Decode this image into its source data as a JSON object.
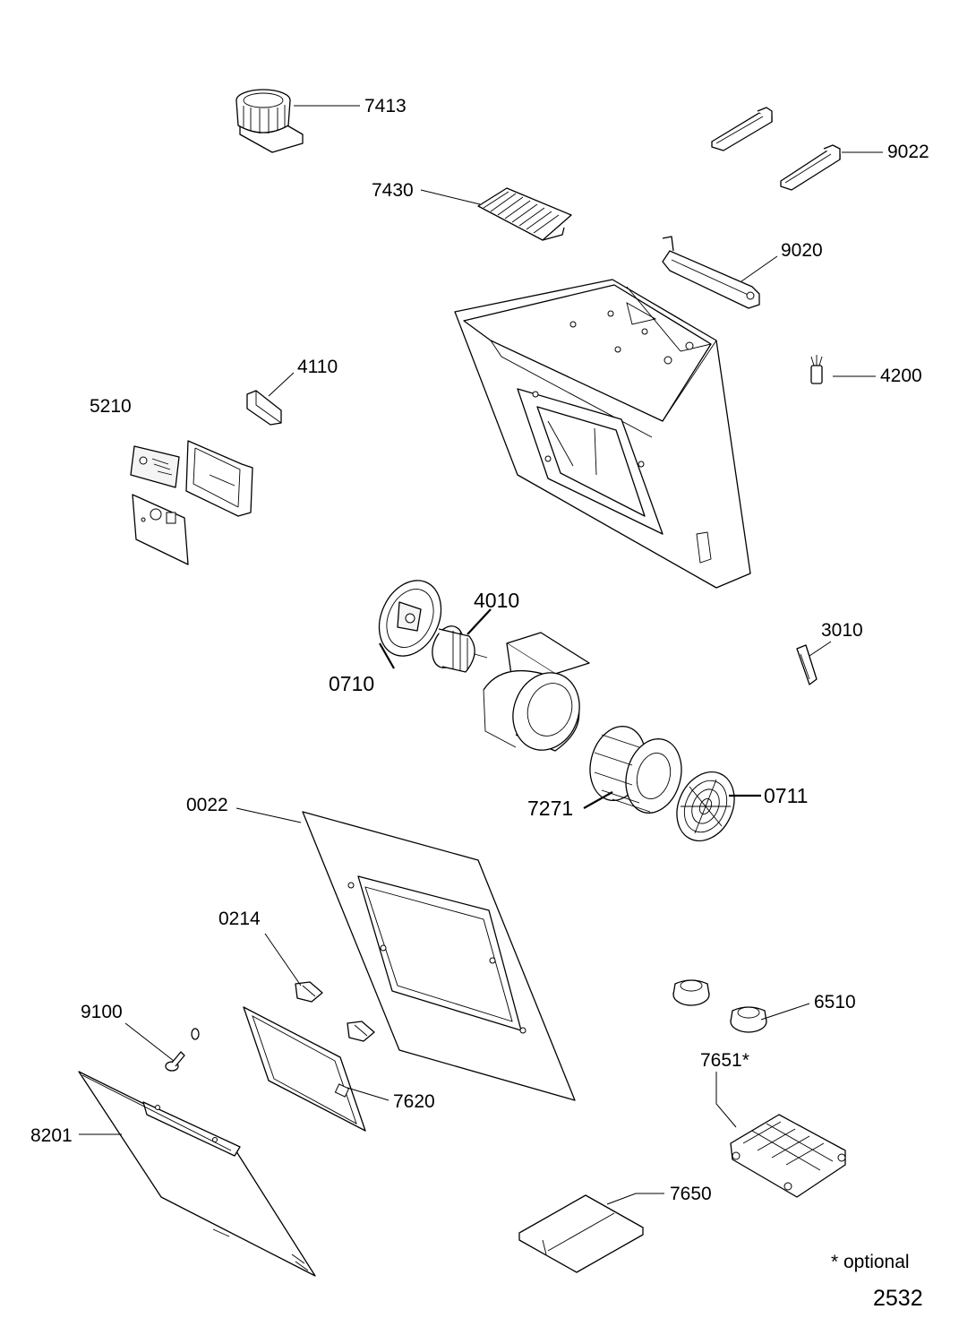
{
  "labels": {
    "p7413": "7413",
    "p9022": "9022",
    "p7430": "7430",
    "p9020": "9020",
    "p4110": "4110",
    "p4200": "4200",
    "p5210": "5210",
    "p4010": "4010",
    "p3010": "3010",
    "p0710": "0710",
    "p0711": "0711",
    "p7271": "7271",
    "p0022": "0022",
    "p0214": "0214",
    "p6510": "6510",
    "p9100": "9100",
    "p7651": "7651*",
    "p7620": "7620",
    "p8201": "8201",
    "p7650": "7650"
  },
  "note": "* optional",
  "diagram_code": "2532"
}
